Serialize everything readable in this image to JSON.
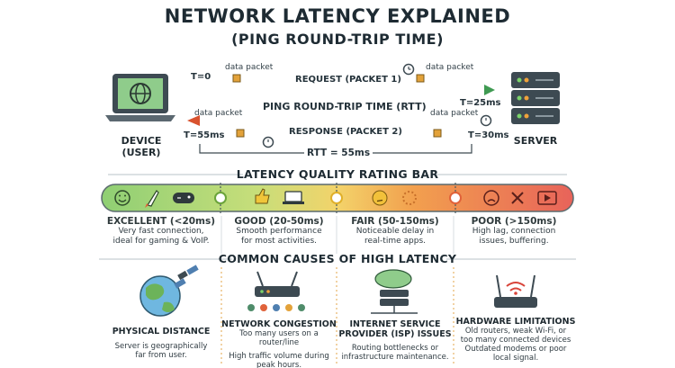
{
  "title": "NETWORK LATENCY EXPLAINED",
  "subtitle": "(PING ROUND-TRIP TIME)",
  "diagram": {
    "device_label_1": "DEVICE",
    "device_label_2": "(USER)",
    "server_label": "SERVER",
    "t0": "T=0",
    "t25": "T=25ms",
    "t30": "T=30ms",
    "t55": "T=55ms",
    "packet_label": "data packet",
    "request_label": "REQUEST (PACKET 1)",
    "response_label": "RESPONSE (PACKET 2)",
    "rtt_title": "PING ROUND-TRIP TIME (RTT)",
    "rtt_value": "RTT = 55ms",
    "colors": {
      "request": "#5aa84e",
      "response": "#e07a3a"
    }
  },
  "rating": {
    "heading": "LATENCY QUALITY RATING BAR",
    "levels": [
      {
        "label": "EXCELLENT (<20ms)",
        "desc1": "Very fast connection,",
        "desc2": "ideal for gaming & VoIP.",
        "color": "#4f9a3f"
      },
      {
        "label": "GOOD (20-50ms)",
        "desc1": "Smooth performance",
        "desc2": "for most activities.",
        "color": "#6aa33a"
      },
      {
        "label": "FAIR (50-150ms)",
        "desc1": "Noticeable delay in",
        "desc2": "real-time apps.",
        "color": "#e08a2a"
      },
      {
        "label": "POOR (>150ms)",
        "desc1": "High lag, connection",
        "desc2": "issues, buffering.",
        "color": "#d8443a"
      }
    ],
    "icons": [
      "smile-icon",
      "rocket-icon",
      "gamepad-icon",
      "thumbs-up-icon",
      "laptop-icon",
      "thinking-face-icon",
      "loading-icon",
      "sad-face-icon",
      "x-icon",
      "video-icon"
    ]
  },
  "causes": {
    "heading": "COMMON CAUSES OF HIGH LATENCY",
    "items": [
      {
        "title1": "PHYSICAL DISTANCE",
        "title2": "",
        "desc1": "Server is geographically",
        "desc2": "far from user.",
        "desc3": ""
      },
      {
        "title1": "NETWORK CONGESTION",
        "title2": "",
        "desc1": "Too many users on a router/line",
        "desc2": "High traffic volume during",
        "desc3": "peak hours."
      },
      {
        "title1": "INTERNET SERVICE",
        "title2": "PROVIDER (ISP) ISSUES",
        "desc1": "Routing bottlenecks or",
        "desc2": "infrastructure maintenance.",
        "desc3": ""
      },
      {
        "title1": "HARDWARE LIMITATIONS",
        "title2": "",
        "desc1": "Old routers, weak Wi-Fi, or",
        "desc2": "too many connected devices",
        "desc3": "Outdated modems or poor",
        "desc4": "local signal."
      }
    ]
  }
}
